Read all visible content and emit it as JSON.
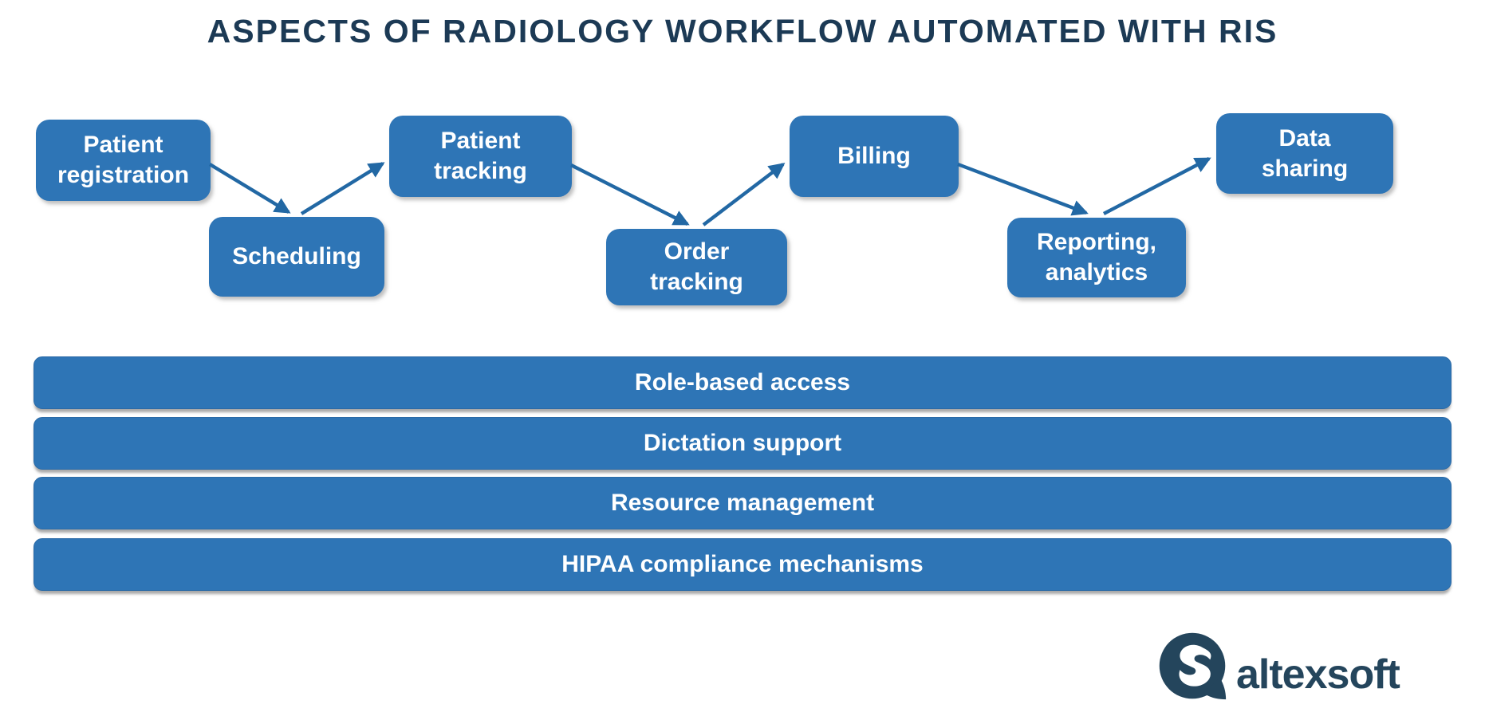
{
  "title": "ASPECTS OF RADIOLOGY WORKFLOW AUTOMATED WITH RIS",
  "workflow": {
    "steps": [
      {
        "id": "patient-registration",
        "lines": [
          "Patient",
          "registration"
        ]
      },
      {
        "id": "scheduling",
        "lines": [
          "Scheduling"
        ]
      },
      {
        "id": "patient-tracking",
        "lines": [
          "Patient",
          "tracking"
        ]
      },
      {
        "id": "order-tracking",
        "lines": [
          "Order",
          "tracking"
        ]
      },
      {
        "id": "billing",
        "lines": [
          "Billing"
        ]
      },
      {
        "id": "reporting-analytics",
        "lines": [
          "Reporting,",
          "analytics"
        ]
      },
      {
        "id": "data-sharing",
        "lines": [
          "Data",
          "sharing"
        ]
      }
    ]
  },
  "features": [
    {
      "label": "Role-based access"
    },
    {
      "label": "Dictation support"
    },
    {
      "label": "Resource management"
    },
    {
      "label": "HIPAA compliance mechanisms"
    }
  ],
  "logo": {
    "wordmark": "altexsoft",
    "mark_icon": "speech-bubble-s-icon"
  },
  "colors": {
    "box_blue": "#2E75B6",
    "arrow_blue": "#2268A4",
    "title_navy": "#1C3A55",
    "logo_navy": "#24455C",
    "background": "#FFFFFF"
  }
}
